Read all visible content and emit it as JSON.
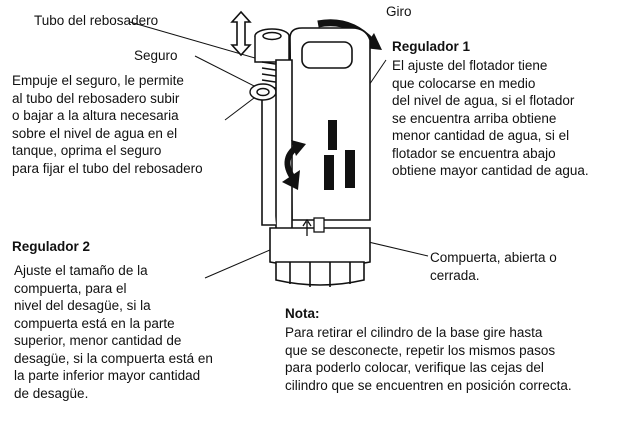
{
  "labels": {
    "tubo": "Tubo del rebosadero",
    "seguro": "Seguro",
    "giro": "Giro",
    "compuerta": "Compuerta, abierta o\ncerrada."
  },
  "seguro_text": "Empuje el seguro, le permite\nal tubo del rebosadero subir\no bajar a la altura necesaria\nsobre el nivel de agua en el\ntanque, oprima el seguro\npara fijar el tubo del rebosadero",
  "regulador1": {
    "title": "Regulador 1",
    "body": "El ajuste del flotador tiene\nque colocarse en medio\ndel nivel de agua, si el flotador\nse encuentra arriba obtiene\nmenor cantidad de agua, si el\nflotador se encuentra abajo\nobtiene mayor cantidad de agua."
  },
  "regulador2": {
    "title": "Regulador 2",
    "body": "Ajuste el tamaño de la\ncompuerta, para el\nnivel del desagüe, si la\ncompuerta está en la parte\nsuperior, menor cantidad de\ndesagüe, si la compuerta está en\nla parte inferior mayor cantidad\nde desagüe."
  },
  "nota": {
    "title": "Nota:",
    "body": "Para retirar el cilindro de la base gire hasta\nque se desconecte, repetir los mismos pasos\npara poderlo colocar, verifique las cejas del\ncilindro que se encuentren en posición correcta."
  }
}
